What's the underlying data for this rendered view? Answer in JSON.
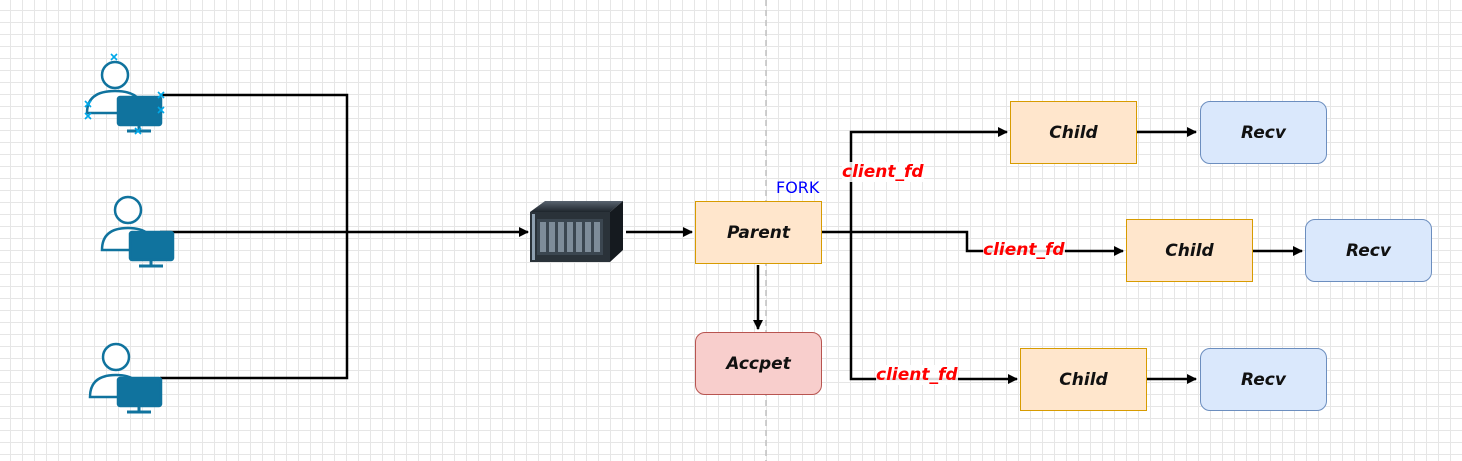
{
  "nodes": {
    "parent": "Parent",
    "accept": "Accpet",
    "children": [
      {
        "child": "Child",
        "recv": "Recv"
      },
      {
        "child": "Child",
        "recv": "Recv"
      },
      {
        "child": "Child",
        "recv": "Recv"
      }
    ]
  },
  "labels": {
    "fork": "FORK",
    "client_fd": "client_fd"
  },
  "icons": [
    "user-computer-icon",
    "user-computer-icon",
    "user-computer-icon",
    "server-icon"
  ],
  "colors": {
    "child_fill": "#ffe6cc",
    "child_stroke": "#d79b00",
    "recv_fill": "#dae8fc",
    "recv_stroke": "#6c8ebf",
    "accept_fill": "#f8cecc",
    "accept_stroke": "#b85450",
    "edge_label": "#ff0000",
    "fork_label": "#0000ff",
    "user_icon": "#10739e"
  }
}
